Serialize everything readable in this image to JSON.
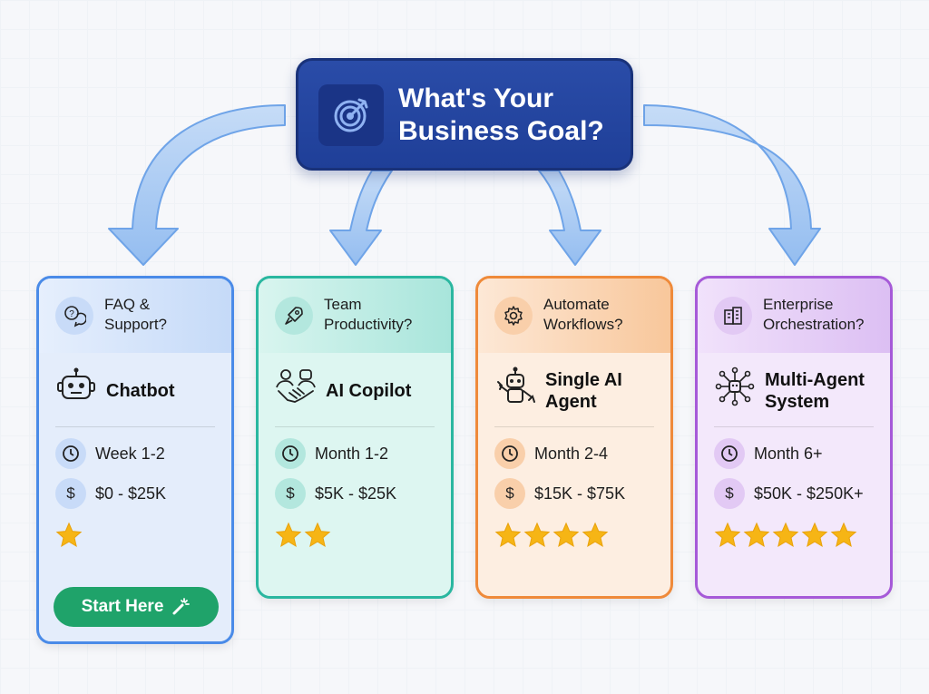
{
  "goal": {
    "title": "What's Your\nBusiness Goal?",
    "icon": "target-icon"
  },
  "colors": {
    "goal_bg": "#1f3f98",
    "arrow": "#9cc2f2",
    "card1": "#4a8be8",
    "card2": "#2ab7a0",
    "card3": "#ef8a3a",
    "card4": "#a65ad8",
    "star": "#f6b515",
    "button": "#1fa36a"
  },
  "cards": [
    {
      "question": "FAQ &\nSupport?",
      "question_icon": "chat-question-icon",
      "solution": "Chatbot",
      "solution_icon": "robot-icon",
      "timeline": "Week 1-2",
      "cost": "$0 - $25K",
      "stars": 1,
      "button": "Start Here"
    },
    {
      "question": "Team\nProductivity?",
      "question_icon": "rocket-icon",
      "solution": "AI Copilot",
      "solution_icon": "handshake-icon",
      "timeline": "Month 1-2",
      "cost": "$5K - $25K",
      "stars": 2
    },
    {
      "question": "Automate\nWorkflows?",
      "question_icon": "gear-icon",
      "solution": "Single AI\nAgent",
      "solution_icon": "robot-tools-icon",
      "timeline": "Month 2-4",
      "cost": "$15K - $75K",
      "stars": 4
    },
    {
      "question": "Enterprise\nOrchestration?",
      "question_icon": "building-icon",
      "solution": "Multi-Agent\nSystem",
      "solution_icon": "network-icon",
      "timeline": "Month 6+",
      "cost": "$50K - $250K+",
      "stars": 5
    }
  ],
  "row_icons": {
    "timeline": "clock-icon",
    "cost": "dollar-icon",
    "rating": "star-icon"
  }
}
